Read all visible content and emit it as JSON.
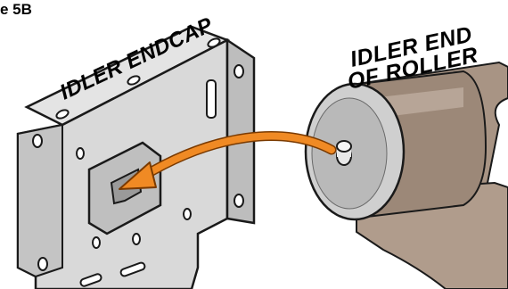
{
  "figure": {
    "label": "e 5B"
  },
  "labels": {
    "endcap": "IDLER ENDCAP",
    "roller_line1": "IDLER END",
    "roller_line2": "OF ROLLER"
  },
  "colors": {
    "arrow": "#f08a24",
    "arrow_stroke": "#7a3a00",
    "bracket_face": "#d9d9d9",
    "bracket_edge": "#7d7d7d",
    "bracket_outline": "#1a1a1a",
    "roller_fabric": "#a89484",
    "roller_fabric_dark": "#7a675a",
    "endcap_disk": "#cfcfcf",
    "pin": "#e8e8e8"
  },
  "icons": {
    "pin": "roller-pin-icon",
    "arrow": "insertion-arrow-icon"
  }
}
